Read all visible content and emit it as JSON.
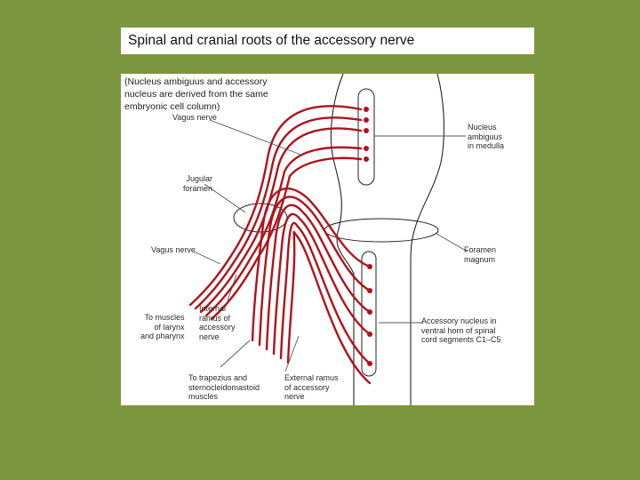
{
  "slide": {
    "title": "Spinal and cranial roots of the accessory nerve"
  },
  "diagram": {
    "note": "(Nucleus ambiguus and accessory\nnucleus are derived from the same\nembryonic cell column)",
    "labels": {
      "vagus_nerve_top": "Vagus nerve",
      "nucleus_ambiguus": "Nucleus\nambiguus\nin medulla",
      "jugular_foramen": "Jugular\nforamen",
      "vagus_nerve_left": "Vagus nerve",
      "foramen_magnum": "Foramen\nmagnum",
      "internal_ramus": "Internal\nramus of\naccessory\nnerve",
      "to_muscles_larynx": "To muscles\nof larynx\nand pharynx",
      "accessory_nucleus": "Accessory nucleus in\nventral horn of spinal\ncord segments C1–C5",
      "to_trapezius": "To trapezius and\nsternocleidomastoid\nmuscles",
      "external_ramus": "External ramus\nof accessory\nnerve"
    },
    "colors": {
      "nerve": "#b0121c",
      "outline": "#222222",
      "background": "#7b963e"
    }
  }
}
